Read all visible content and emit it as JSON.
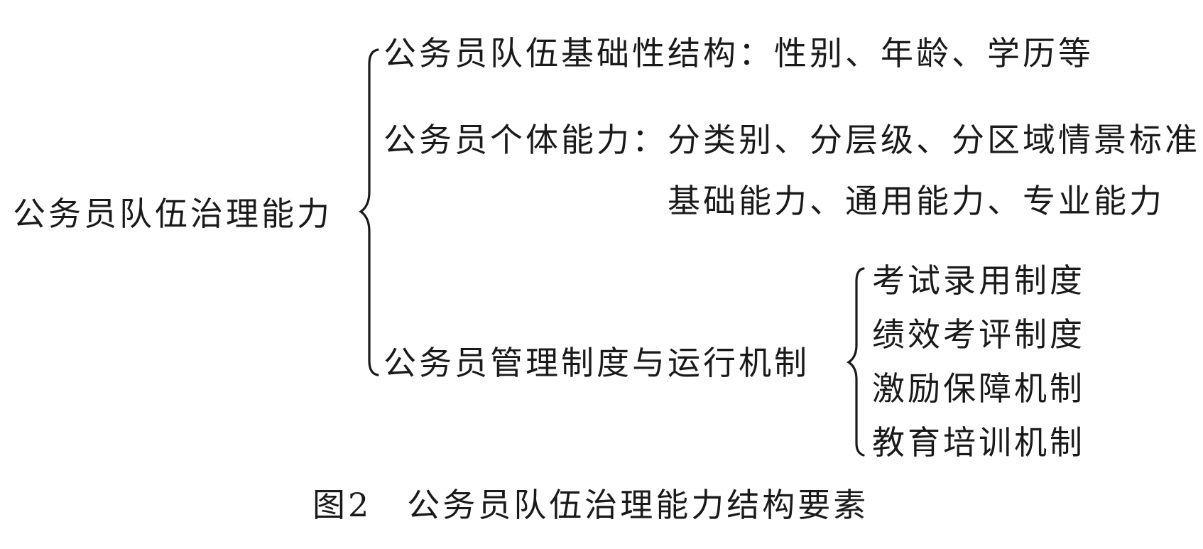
{
  "diagram": {
    "root": "公务员队伍治理能力",
    "branches": [
      {
        "label": "公务员队伍基础性结构：性别、年龄、学历等"
      },
      {
        "label": "公务员个体能力：分类别、分层级、分区域情景标准",
        "continuation": "基础能力、通用能力、专业能力"
      },
      {
        "label": "公务员管理制度与运行机制",
        "children": [
          "考试录用制度",
          "绩效考评制度",
          "激励保障机制",
          "教育培训机制"
        ]
      }
    ]
  },
  "caption": {
    "figure_number": "图2",
    "title": "公务员队伍治理能力结构要素"
  }
}
